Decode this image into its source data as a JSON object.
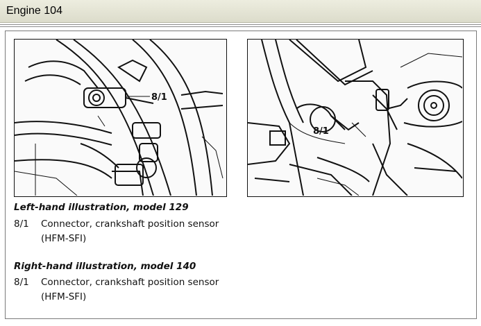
{
  "header": {
    "title": "Engine 104"
  },
  "illustrations": {
    "left": {
      "callout": "8/1"
    },
    "right": {
      "callout": "8/1"
    }
  },
  "captions": {
    "left": {
      "heading": "Left-hand illustration, model 129",
      "item_number": "8/1",
      "item_text": "Connector, crankshaft position sensor",
      "item_sub": "(HFM-SFI)"
    },
    "right": {
      "heading": "Right-hand illustration, model 140",
      "item_number": "8/1",
      "item_text": "Connector, crankshaft position sensor",
      "item_sub": "(HFM-SFI)"
    }
  }
}
